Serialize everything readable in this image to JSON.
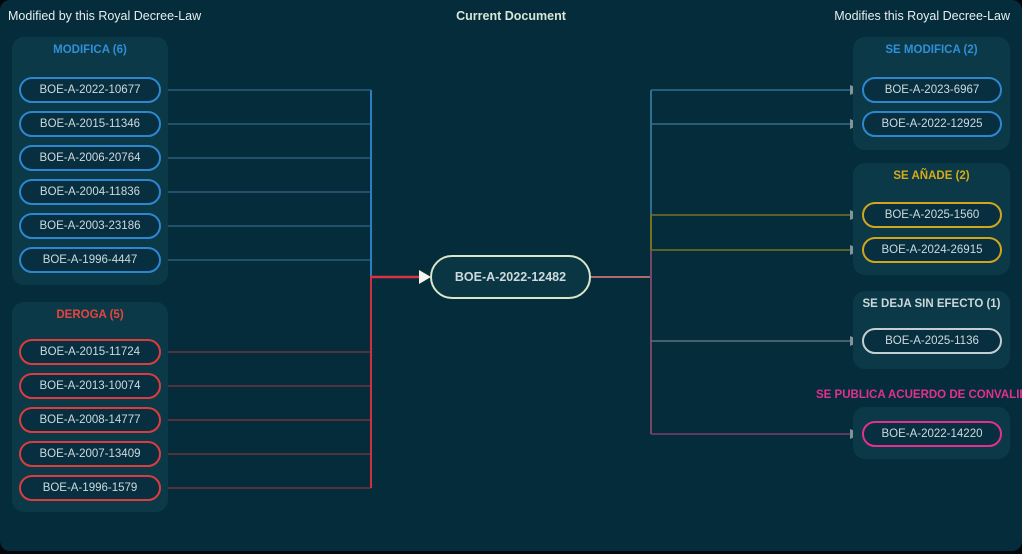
{
  "headers": {
    "left": "Modified by this Royal Decree-Law",
    "center": "Current Document",
    "right": "Modifies this Royal Decree-Law"
  },
  "center_node": {
    "label": "BOE-A-2022-12482"
  },
  "left_groups": [
    {
      "title": "MODIFICA (6)",
      "accent": "#2d87d0",
      "nodes": [
        {
          "label": "BOE-A-2022-10677"
        },
        {
          "label": "BOE-A-2015-11346"
        },
        {
          "label": "BOE-A-2006-20764"
        },
        {
          "label": "BOE-A-2004-11836"
        },
        {
          "label": "BOE-A-2003-23186"
        },
        {
          "label": "BOE-A-1996-4447"
        }
      ]
    },
    {
      "title": "DEROGA (5)",
      "accent": "#d93d40",
      "nodes": [
        {
          "label": "BOE-A-2015-11724"
        },
        {
          "label": "BOE-A-2013-10074"
        },
        {
          "label": "BOE-A-2008-14777"
        },
        {
          "label": "BOE-A-2007-13409"
        },
        {
          "label": "BOE-A-1996-1579"
        }
      ]
    }
  ],
  "right_groups": [
    {
      "title": "SE MODIFICA (2)",
      "accent": "#2d87d0",
      "nodes": [
        {
          "label": "BOE-A-2023-6967"
        },
        {
          "label": "BOE-A-2022-12925"
        }
      ]
    },
    {
      "title": "SE AÑADE (2)",
      "accent": "#d2a61c",
      "nodes": [
        {
          "label": "BOE-A-2025-1560"
        },
        {
          "label": "BOE-A-2024-26915"
        }
      ]
    },
    {
      "title": "SE DEJA SIN EFECTO (1)",
      "accent": "#c2ced2",
      "nodes": [
        {
          "label": "BOE-A-2025-1136"
        }
      ]
    },
    {
      "title": "SE PUBLICA ACUERDO DE CONVALIDACIÓN",
      "accent": "#e2308f",
      "nodes": [
        {
          "label": "BOE-A-2022-14220"
        }
      ]
    }
  ],
  "colors": {
    "background": "#042c3a",
    "panel": "#0b3947",
    "node_fill": "#082f3f",
    "blue_accent": "#2d87d0",
    "red_accent": "#d93d40",
    "gold_accent": "#d2a61c",
    "gray_accent": "#c2ced2",
    "pink_accent": "#e2308f",
    "center_border": "#d9e6c8",
    "left_line_blue": "#2a5c7a",
    "left_trunk_blue": "#2b7ec2",
    "left_line_red": "#6e3340",
    "left_trunk_red": "#cf2f3f",
    "right_link_salmon": "#b06a6d",
    "right_line_blue": "#2f6f90",
    "right_line_olive": "#77711f",
    "right_line_gray": "#5d7379",
    "right_line_pink": "#7c3f68"
  }
}
